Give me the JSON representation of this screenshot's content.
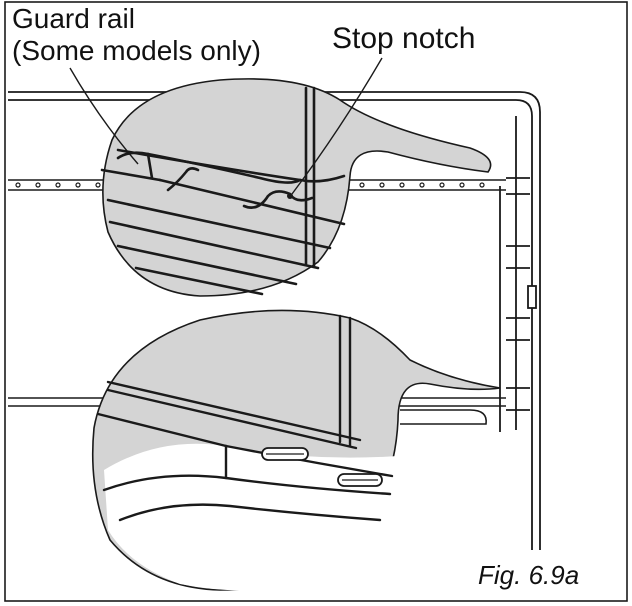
{
  "labels": {
    "guard_rail": "Guard rail",
    "guard_rail_note": "(Some models only)",
    "stop_notch": "Stop notch",
    "figure_caption": "Fig. 6.9a"
  },
  "colors": {
    "outline": "#1a1a1a",
    "magnifier_fill": "#d4d4d4",
    "background": "#ffffff"
  }
}
